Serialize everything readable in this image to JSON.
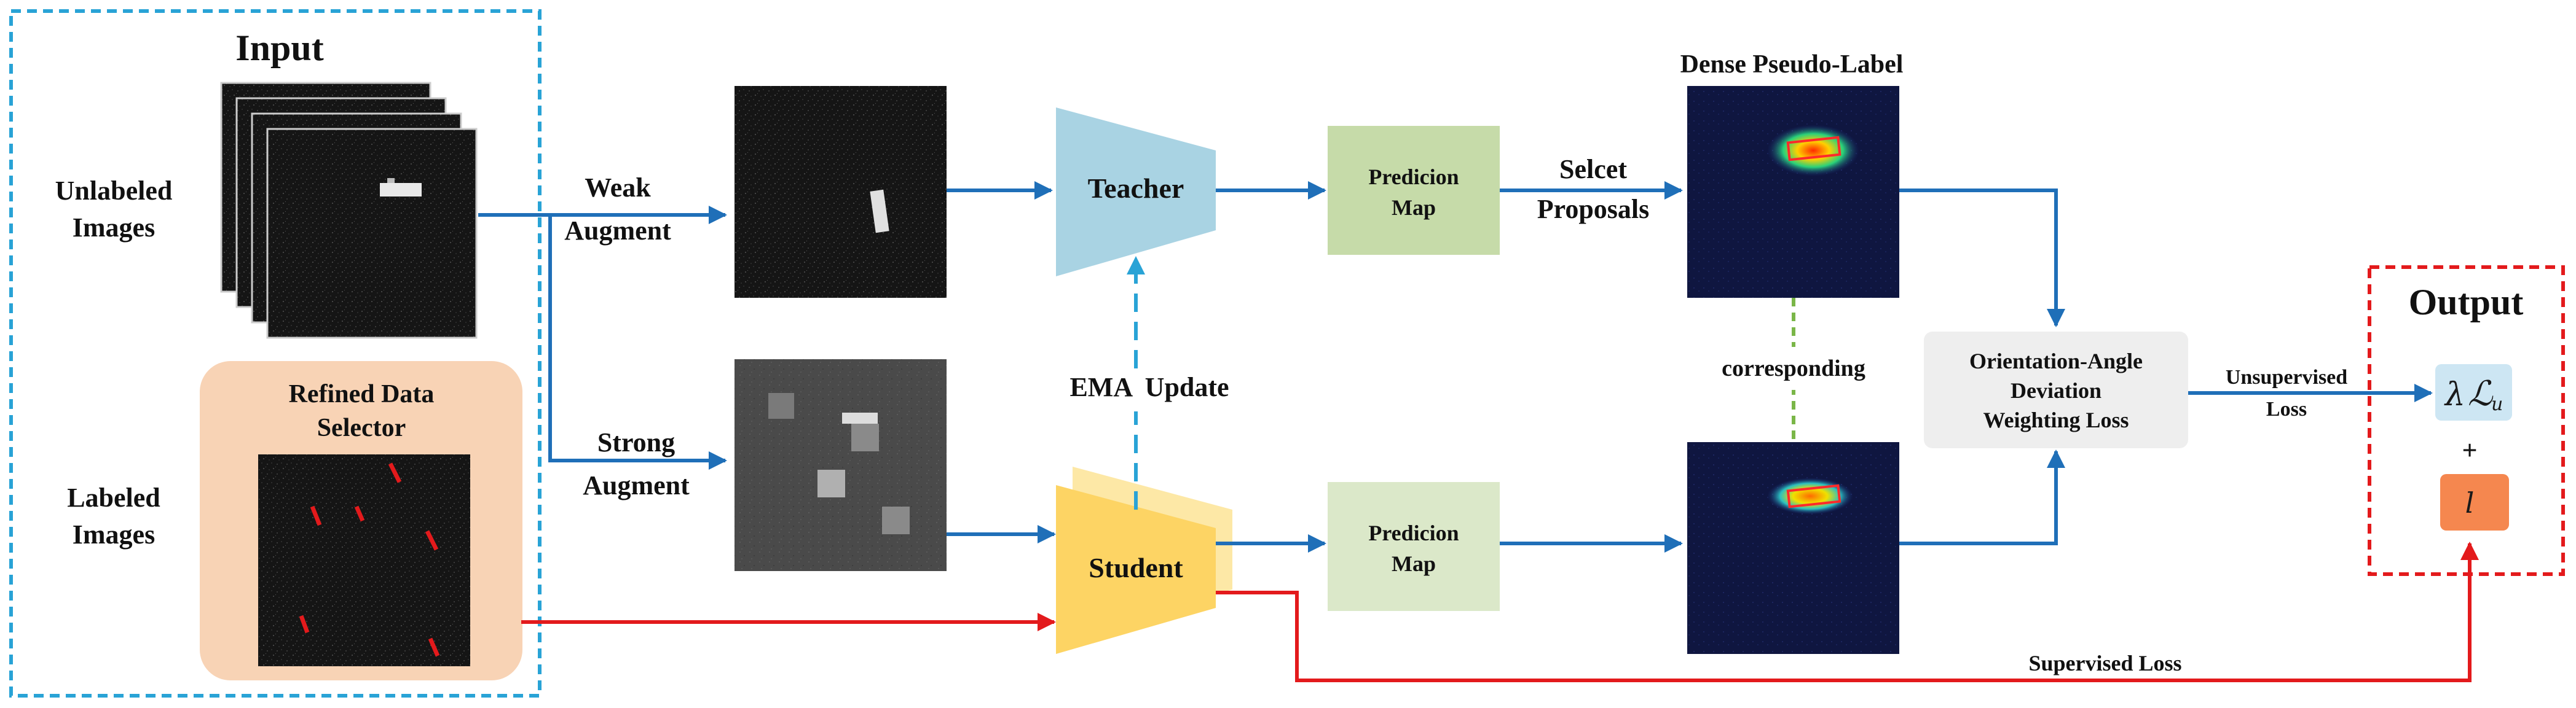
{
  "input": {
    "title": "Input",
    "unlabeled_label": [
      "Unlabeled",
      "Images"
    ],
    "labeled_label": [
      "Labeled",
      "Images"
    ],
    "selector_label": [
      "Refined Data",
      "Selector"
    ]
  },
  "augment": {
    "weak": [
      "Weak",
      "Augment"
    ],
    "strong": [
      "Strong",
      "Augment"
    ]
  },
  "models": {
    "teacher": "Teacher",
    "student": "Student",
    "ema": "EMA  Update"
  },
  "prediction": {
    "top": [
      "Predicion",
      "Map"
    ],
    "bottom": [
      "Predicion",
      "Map"
    ]
  },
  "proposals": {
    "select": [
      "Selcet",
      "Proposals"
    ],
    "dense_title": "Dense Pseudo-Label",
    "corresponding": "corresponding"
  },
  "loss": {
    "oad": [
      "Orientation-Angle",
      "Deviation",
      "Weighting Loss"
    ],
    "unsupervised": [
      "Unsupervised",
      "Loss"
    ],
    "supervised": "Supervised Loss"
  },
  "output": {
    "title": "Output",
    "lambda": "λ",
    "script_l": "ℒ",
    "sub_u": "u",
    "plus": "+",
    "small_l": "l"
  },
  "colors": {
    "blue_arrow": "#1f6fb8",
    "red_arrow": "#e31a1c",
    "input_border": "#29a3d6",
    "output_border": "#e31a1c",
    "teacher": "#a9d3e3",
    "student": "#fdd464",
    "student_shadow": "#fde8a6",
    "pred_top": "#c6dba9",
    "pred_bottom": "#dbe8c9",
    "selector_bg": "#f8d3b5",
    "loss_box": "#eeeeee",
    "lu_box": "#cde6f3",
    "ls_box": "#f5874f",
    "ema_arrow": "#29a3d6",
    "corresponding_line": "#7ab648"
  }
}
